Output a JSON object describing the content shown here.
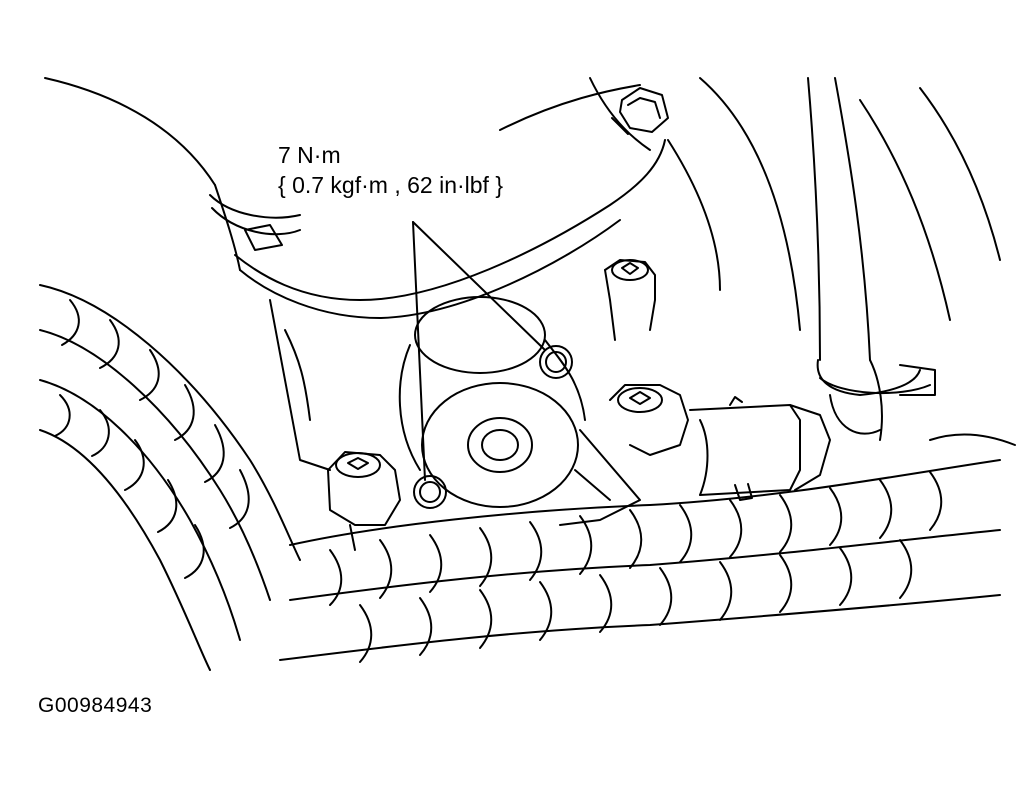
{
  "callout": {
    "torque_line1": "7 N·m",
    "torque_line2": "{ 0.7 kgf·m , 62 in·lbf }"
  },
  "figure_id": "G00984943"
}
